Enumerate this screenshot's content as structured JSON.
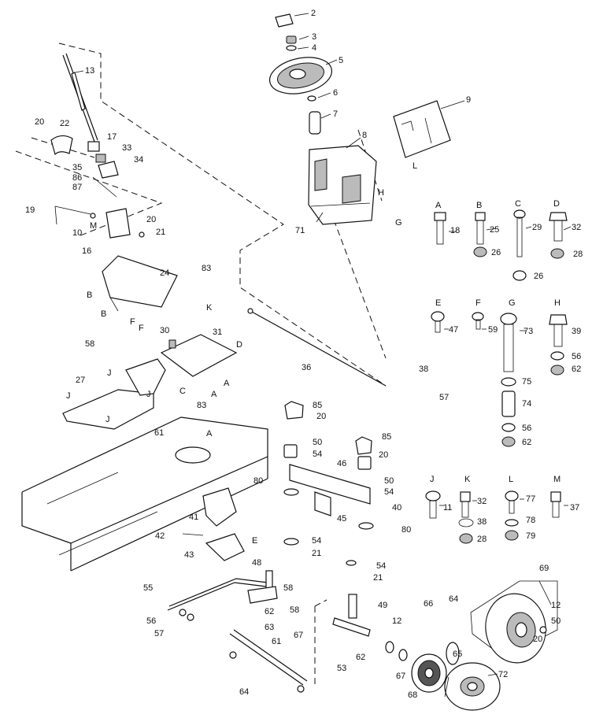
{
  "part_labels": [
    {
      "id": "p2",
      "text": "2"
    },
    {
      "id": "p3",
      "text": "3"
    },
    {
      "id": "p4",
      "text": "4"
    },
    {
      "id": "p5",
      "text": "5"
    },
    {
      "id": "p6",
      "text": "6"
    },
    {
      "id": "p7",
      "text": "7"
    },
    {
      "id": "p8",
      "text": "8"
    },
    {
      "id": "p9",
      "text": "9"
    },
    {
      "id": "p13",
      "text": "13"
    },
    {
      "id": "p20a",
      "text": "20"
    },
    {
      "id": "p22",
      "text": "22"
    },
    {
      "id": "p17",
      "text": "17"
    },
    {
      "id": "p33",
      "text": "33"
    },
    {
      "id": "p34",
      "text": "34"
    },
    {
      "id": "p35",
      "text": "35"
    },
    {
      "id": "p86",
      "text": "86"
    },
    {
      "id": "p87",
      "text": "87"
    },
    {
      "id": "p19",
      "text": "19"
    },
    {
      "id": "p10",
      "text": "10"
    },
    {
      "id": "p20b",
      "text": "20"
    },
    {
      "id": "p21a",
      "text": "21"
    },
    {
      "id": "p16",
      "text": "16"
    },
    {
      "id": "p71",
      "text": "71"
    },
    {
      "id": "p24",
      "text": "24"
    },
    {
      "id": "p83a",
      "text": "83"
    },
    {
      "id": "p30",
      "text": "30"
    },
    {
      "id": "p31",
      "text": "31"
    },
    {
      "id": "p58a",
      "text": "58"
    },
    {
      "id": "p27",
      "text": "27"
    },
    {
      "id": "p36",
      "text": "36"
    },
    {
      "id": "p38a",
      "text": "38"
    },
    {
      "id": "p57a",
      "text": "57"
    },
    {
      "id": "p83b",
      "text": "83"
    },
    {
      "id": "p61a",
      "text": "61"
    },
    {
      "id": "p85a",
      "text": "85"
    },
    {
      "id": "p20c",
      "text": "20"
    },
    {
      "id": "p50a",
      "text": "50"
    },
    {
      "id": "p54a",
      "text": "54"
    },
    {
      "id": "p85b",
      "text": "85"
    },
    {
      "id": "p20d",
      "text": "20"
    },
    {
      "id": "p46",
      "text": "46"
    },
    {
      "id": "p50b",
      "text": "50"
    },
    {
      "id": "p54b",
      "text": "54"
    },
    {
      "id": "p80a",
      "text": "80"
    },
    {
      "id": "p40",
      "text": "40"
    },
    {
      "id": "p45",
      "text": "45"
    },
    {
      "id": "p80b",
      "text": "80"
    },
    {
      "id": "p54c",
      "text": "54"
    },
    {
      "id": "p21b",
      "text": "21"
    },
    {
      "id": "p41",
      "text": "41"
    },
    {
      "id": "p42",
      "text": "42"
    },
    {
      "id": "p43",
      "text": "43"
    },
    {
      "id": "p48",
      "text": "48"
    },
    {
      "id": "p58b",
      "text": "58"
    },
    {
      "id": "p55",
      "text": "55"
    },
    {
      "id": "p62a",
      "text": "62"
    },
    {
      "id": "p58c",
      "text": "58"
    },
    {
      "id": "p63",
      "text": "63"
    },
    {
      "id": "p67a",
      "text": "67"
    },
    {
      "id": "p56a",
      "text": "56"
    },
    {
      "id": "p57b",
      "text": "57"
    },
    {
      "id": "p61b",
      "text": "61"
    },
    {
      "id": "p64",
      "text": "64"
    },
    {
      "id": "p54d",
      "text": "54"
    },
    {
      "id": "p21c",
      "text": "21"
    },
    {
      "id": "p49",
      "text": "49"
    },
    {
      "id": "p62b",
      "text": "62"
    },
    {
      "id": "p53",
      "text": "53"
    },
    {
      "id": "p12a",
      "text": "12"
    },
    {
      "id": "p67b",
      "text": "67"
    },
    {
      "id": "p68",
      "text": "68"
    },
    {
      "id": "p66",
      "text": "66"
    },
    {
      "id": "p64b",
      "text": "64"
    },
    {
      "id": "p65",
      "text": "65"
    },
    {
      "id": "p69",
      "text": "69"
    },
    {
      "id": "p12b",
      "text": "12"
    },
    {
      "id": "p50c",
      "text": "50"
    },
    {
      "id": "p20e",
      "text": "20"
    },
    {
      "id": "p72",
      "text": "72"
    }
  ],
  "letter_labels": [
    {
      "id": "lH1",
      "text": "H"
    },
    {
      "id": "lG1",
      "text": "G"
    },
    {
      "id": "lL1",
      "text": "L"
    },
    {
      "id": "lM1",
      "text": "M"
    },
    {
      "id": "lB1",
      "text": "B"
    },
    {
      "id": "lB2",
      "text": "B"
    },
    {
      "id": "lK1",
      "text": "K"
    },
    {
      "id": "lF1",
      "text": "F"
    },
    {
      "id": "lF2",
      "text": "F"
    },
    {
      "id": "lD1",
      "text": "D"
    },
    {
      "id": "lC1",
      "text": "C"
    },
    {
      "id": "lJ1",
      "text": "J"
    },
    {
      "id": "lJ2",
      "text": "J"
    },
    {
      "id": "lJ3",
      "text": "J"
    },
    {
      "id": "lJ4",
      "text": "J"
    },
    {
      "id": "lA1",
      "text": "A"
    },
    {
      "id": "lA2",
      "text": "A"
    },
    {
      "id": "lA3",
      "text": "A"
    },
    {
      "id": "lE1",
      "text": "E"
    }
  ],
  "hardware_key": [
    {
      "letter": "A",
      "number": "18"
    },
    {
      "letter": "B",
      "number": "25",
      "nut": "26"
    },
    {
      "letter": "C",
      "number": "29",
      "nut": "26"
    },
    {
      "letter": "D",
      "number": "32",
      "nut": "28"
    },
    {
      "letter": "E",
      "number": "47"
    },
    {
      "letter": "F",
      "number": "59"
    },
    {
      "letter": "G",
      "number": "73",
      "extra": [
        "75",
        "74",
        "56",
        "62"
      ]
    },
    {
      "letter": "H",
      "number": "39",
      "extra": [
        "56",
        "62"
      ]
    },
    {
      "letter": "J",
      "number": "11"
    },
    {
      "letter": "K",
      "number": "32",
      "extra": [
        "38",
        "28"
      ]
    },
    {
      "letter": "L",
      "number": "77",
      "extra": [
        "78",
        "79"
      ]
    },
    {
      "letter": "M",
      "number": "37"
    }
  ],
  "key_nut_B": "26",
  "colors": {
    "ink": "#111111",
    "paper": "#ffffff"
  }
}
